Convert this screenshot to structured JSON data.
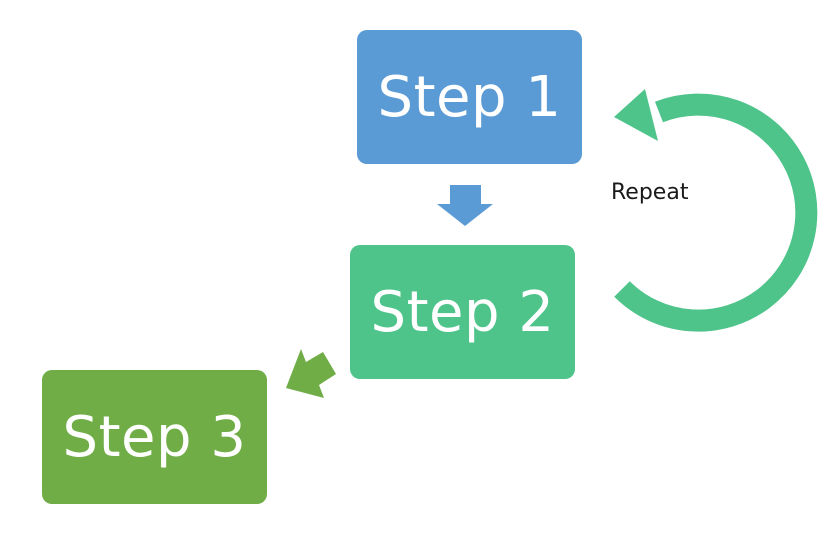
{
  "steps": [
    {
      "label": "Step 1",
      "color": "#5b9bd5"
    },
    {
      "label": "Step 2",
      "color": "#4ec48b"
    },
    {
      "label": "Step 3",
      "color": "#70ad47"
    }
  ],
  "loop": {
    "label": "Repeat",
    "color": "#4ec48b"
  },
  "arrows": {
    "step1_to_step2_color": "#5b9bd5",
    "step2_to_step3_color": "#70ad47"
  }
}
